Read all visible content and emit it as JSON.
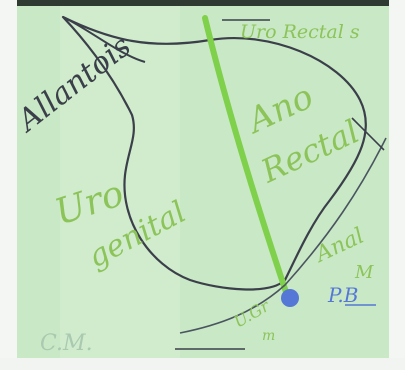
{
  "colors": {
    "board": "#c9e8c6",
    "dark_ink": "#3b3f4a",
    "green_ink": "#8cc45a",
    "bright_green": "#7fd04a",
    "blue_ink": "#5577d6"
  },
  "labels": {
    "allantois": "Allantois",
    "uro_rectal": "Uro Rectal s",
    "ano_rectal_1": "Ano",
    "ano_rectal_2": "Rectal",
    "uro_genital_1": "Uro",
    "uro_genital_2": "genital",
    "anal_m_1": "Anal",
    "anal_m_2": "M",
    "ucm_1": "U.Gr",
    "ucm_2": "m",
    "pb": "P.B",
    "cm": "C.M."
  }
}
